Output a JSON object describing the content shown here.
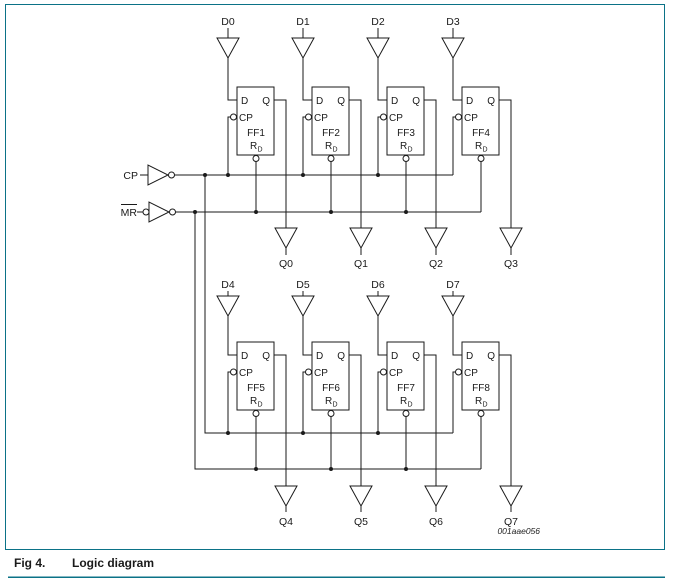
{
  "figure": {
    "caption_label": "Fig 4.",
    "caption_title": "Logic diagram",
    "drawing_code": "001aae056"
  },
  "colors": {
    "accent": "#0b7287",
    "wire": "#1a1a1a"
  },
  "signals": {
    "clock": "CP",
    "master_reset": "MR"
  },
  "ports": {
    "data": "D",
    "output": "Q",
    "clock": "CP",
    "reset_base": "R",
    "reset_sub": "D"
  },
  "rows": [
    {
      "data_inputs": [
        "D0",
        "D1",
        "D2",
        "D3"
      ],
      "flip_flops": [
        "FF1",
        "FF2",
        "FF3",
        "FF4"
      ],
      "outputs": [
        "Q0",
        "Q1",
        "Q2",
        "Q3"
      ]
    },
    {
      "data_inputs": [
        "D4",
        "D5",
        "D6",
        "D7"
      ],
      "flip_flops": [
        "FF5",
        "FF6",
        "FF7",
        "FF8"
      ],
      "outputs": [
        "Q4",
        "Q5",
        "Q6",
        "Q7"
      ]
    }
  ]
}
